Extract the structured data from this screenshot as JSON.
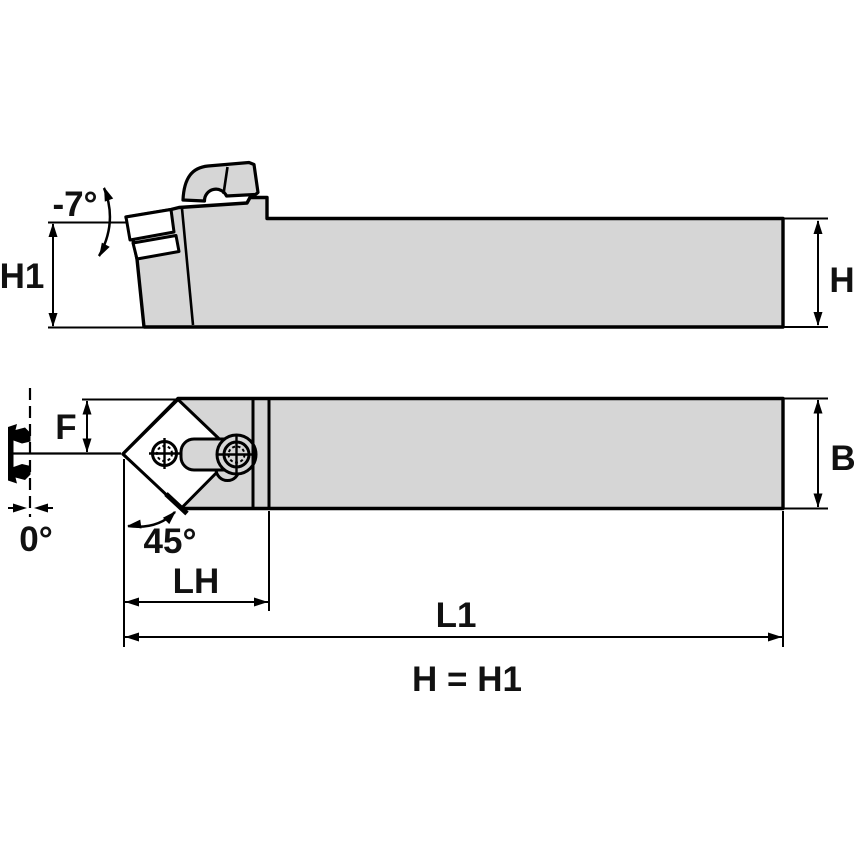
{
  "drawing": {
    "title": "toolholder-dimension-drawing",
    "equation": "H = H1"
  },
  "colors": {
    "background": "#ffffff",
    "body_fill": "#d6d6d6",
    "insert_fill": "#ffffff",
    "line": "#000000",
    "text": "#111111"
  },
  "side_view": {
    "labels": {
      "rake_angle": "-7°",
      "head_height": "H1",
      "shank_height": "H"
    }
  },
  "plan_view": {
    "labels": {
      "setback": "F",
      "inclination_angle": "0°",
      "lead_angle": "45°",
      "head_length": "LH",
      "overall_length": "L1",
      "shank_width": "B"
    }
  }
}
